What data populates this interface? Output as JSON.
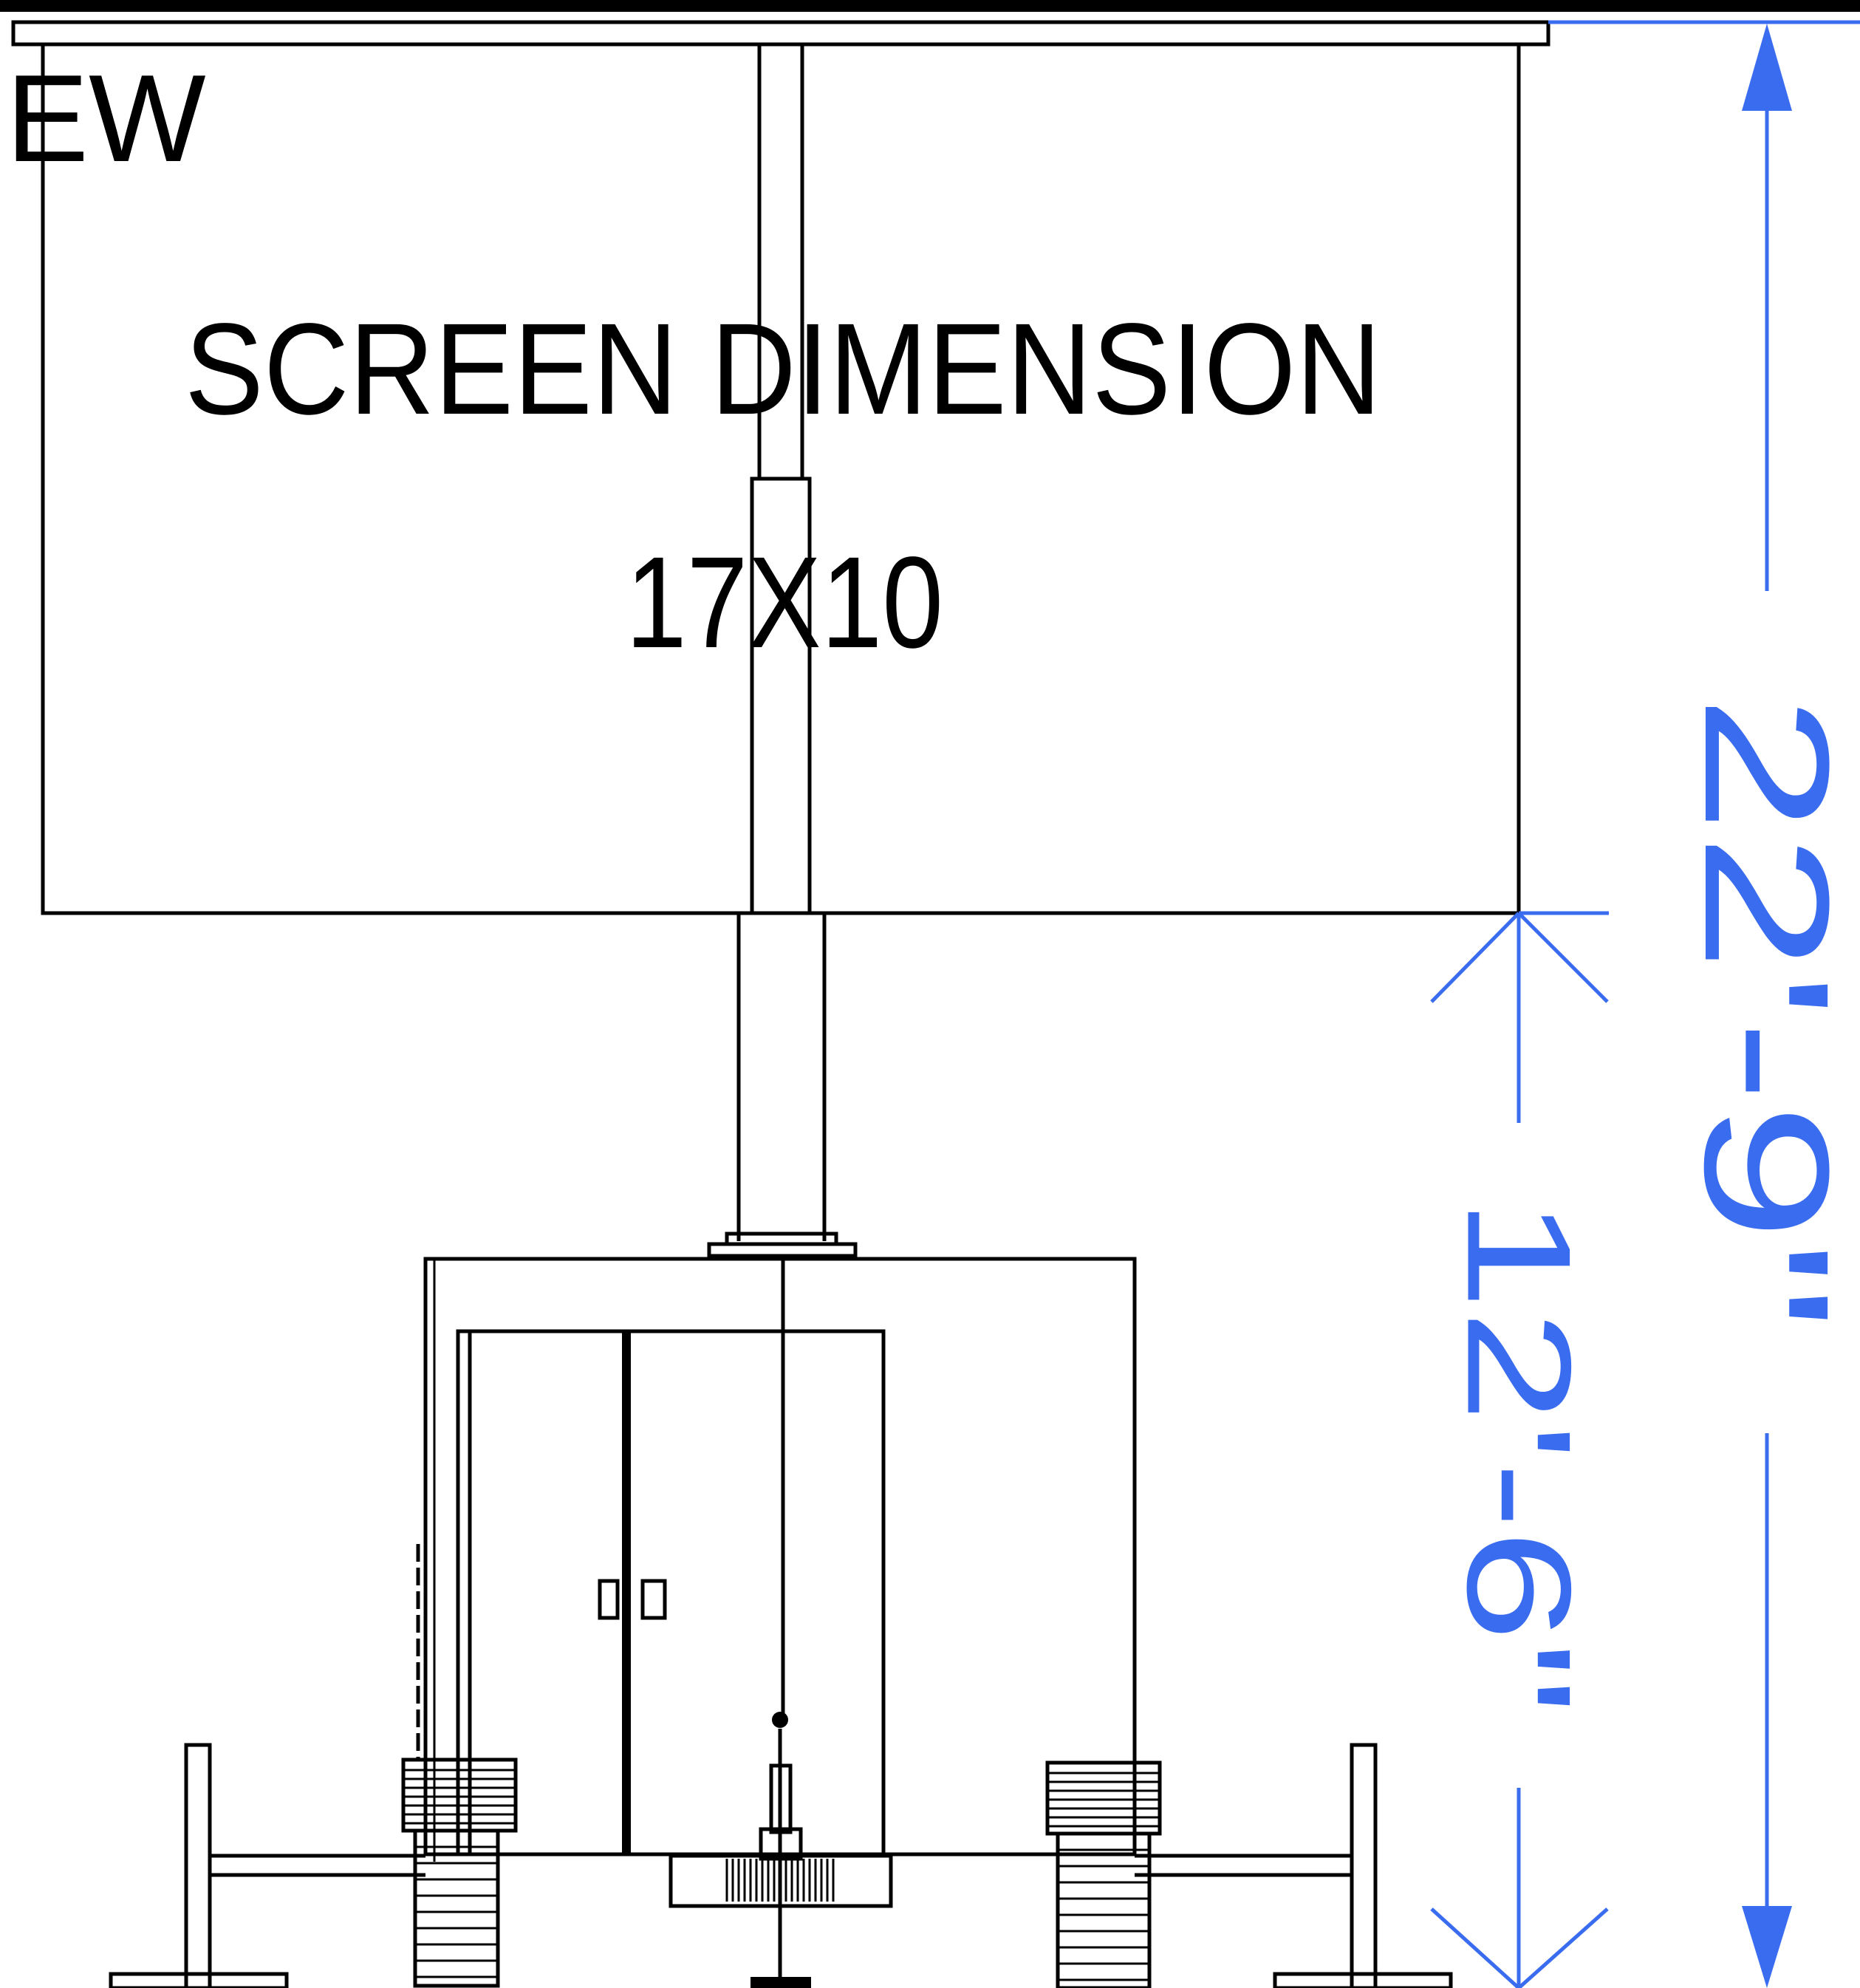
{
  "view_label": "EW",
  "screen": {
    "title": "SCREEN DIMENSION",
    "size": "17X10"
  },
  "dimensions": {
    "overall_height": "22'-9\"",
    "bottom_height": "12'-6\""
  },
  "colors": {
    "line": "#000000",
    "dimension": "#3a6cf0",
    "background": "#ffffff"
  }
}
